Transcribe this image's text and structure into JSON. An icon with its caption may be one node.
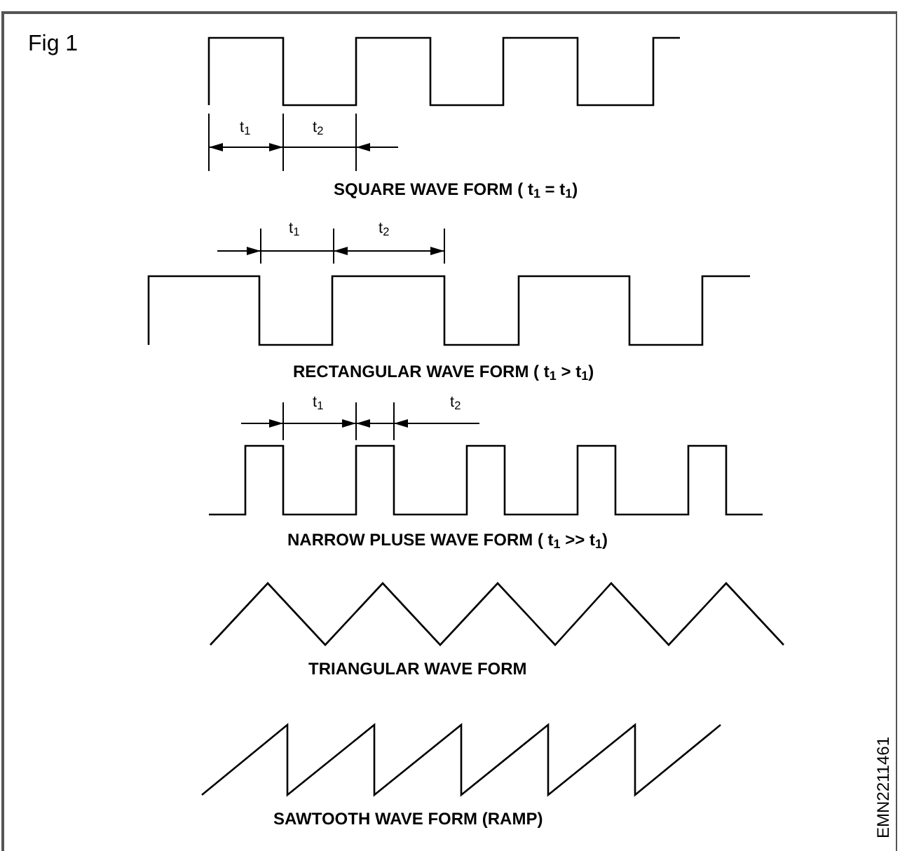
{
  "diagram": {
    "title": "Fig 1",
    "labels": [
      "t$_{1}$",
      "t$_{2}$",
      "SQUARE WAVE FORM ( t$_{1}$ = t$_{1}$)",
      "t$_{1}$",
      "t$_{2}$",
      "RECTANGULAR WAVE FORM ( t$_{1}$ > t$_{1}$)",
      "t$_{1}$",
      "t$_{2}$",
      "NARROW PLUSE WAVE FORM ( t$_{1}$ >> t$_{1}$)",
      "TRIANGULAR WAVE FORM",
      "SAWTOOTH WAVE FORM (RAMP)",
      "EMN2211461"
    ]
  }
}
